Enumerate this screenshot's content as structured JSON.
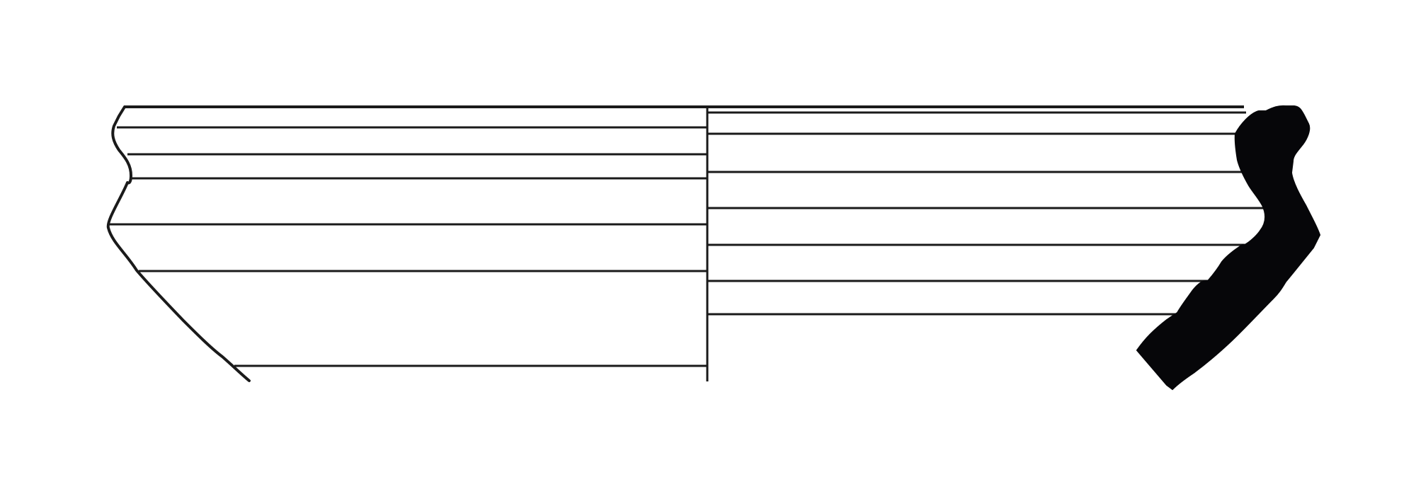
{
  "figure": {
    "description_type": "pottery-profile-drawing",
    "background_color": "#ffffff",
    "line_color": "#1a1a1a",
    "section_fill_color": "#060609",
    "halves": [
      "exterior-view",
      "section-view"
    ]
  }
}
